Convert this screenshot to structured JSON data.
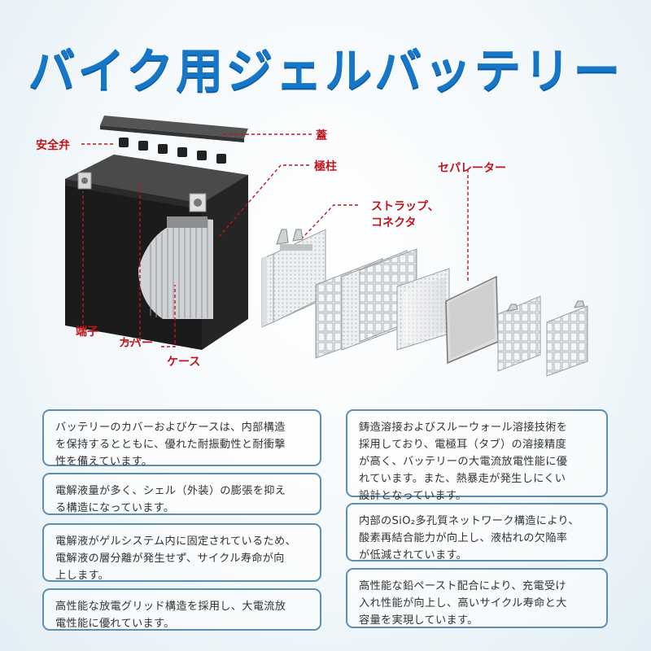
{
  "title": "バイク用ジェルバッテリー",
  "labels": {
    "safety_valve": "安全弁",
    "lid": "蓋",
    "pole": "極柱",
    "separator": "セパレーター",
    "strap_line1": "ストラップ、",
    "strap_line2": "コネクタ",
    "terminal": "端子",
    "cover": "カバー",
    "case": "ケース"
  },
  "features_left": [
    {
      "lines": [
        "バッテリーのカバーおよびケースは、内部構造",
        "を保持するとともに、優れた耐振動性と耐衝撃",
        "性を備えています。"
      ]
    },
    {
      "lines": [
        "電解液量が多く、シェル（外装）の膨張を抑え",
        "る構造になっています。"
      ]
    },
    {
      "lines": [
        "電解液がゲルシステム内に固定されているため、",
        "電解液の層分離が発生せず、サイクル寿命が向",
        "上します。"
      ]
    },
    {
      "lines": [
        "高性能な放電グリッド構造を採用し、大電流放",
        "電性能に優れています。"
      ]
    }
  ],
  "features_right": [
    {
      "lines": [
        "鋳造溶接およびスルーウォール溶接技術を",
        "採用しており、電極耳（タブ）の溶接精度",
        "が高く、バッテリーの大電流放電性能に優",
        "れています。また、熱暴走が発生しにくい",
        "設計となっています。"
      ]
    },
    {
      "lines": [
        "内部のSiO₂多孔質ネットワーク構造により、",
        "酸素再結合能力が向上し、液枯れの欠陥率",
        "が低減されています。"
      ]
    },
    {
      "lines": [
        "高性能な鉛ペースト配合により、充電受け",
        "入れ性能が向上し、高いサイクル寿命と大",
        "容量を実現しています。"
      ]
    }
  ]
}
